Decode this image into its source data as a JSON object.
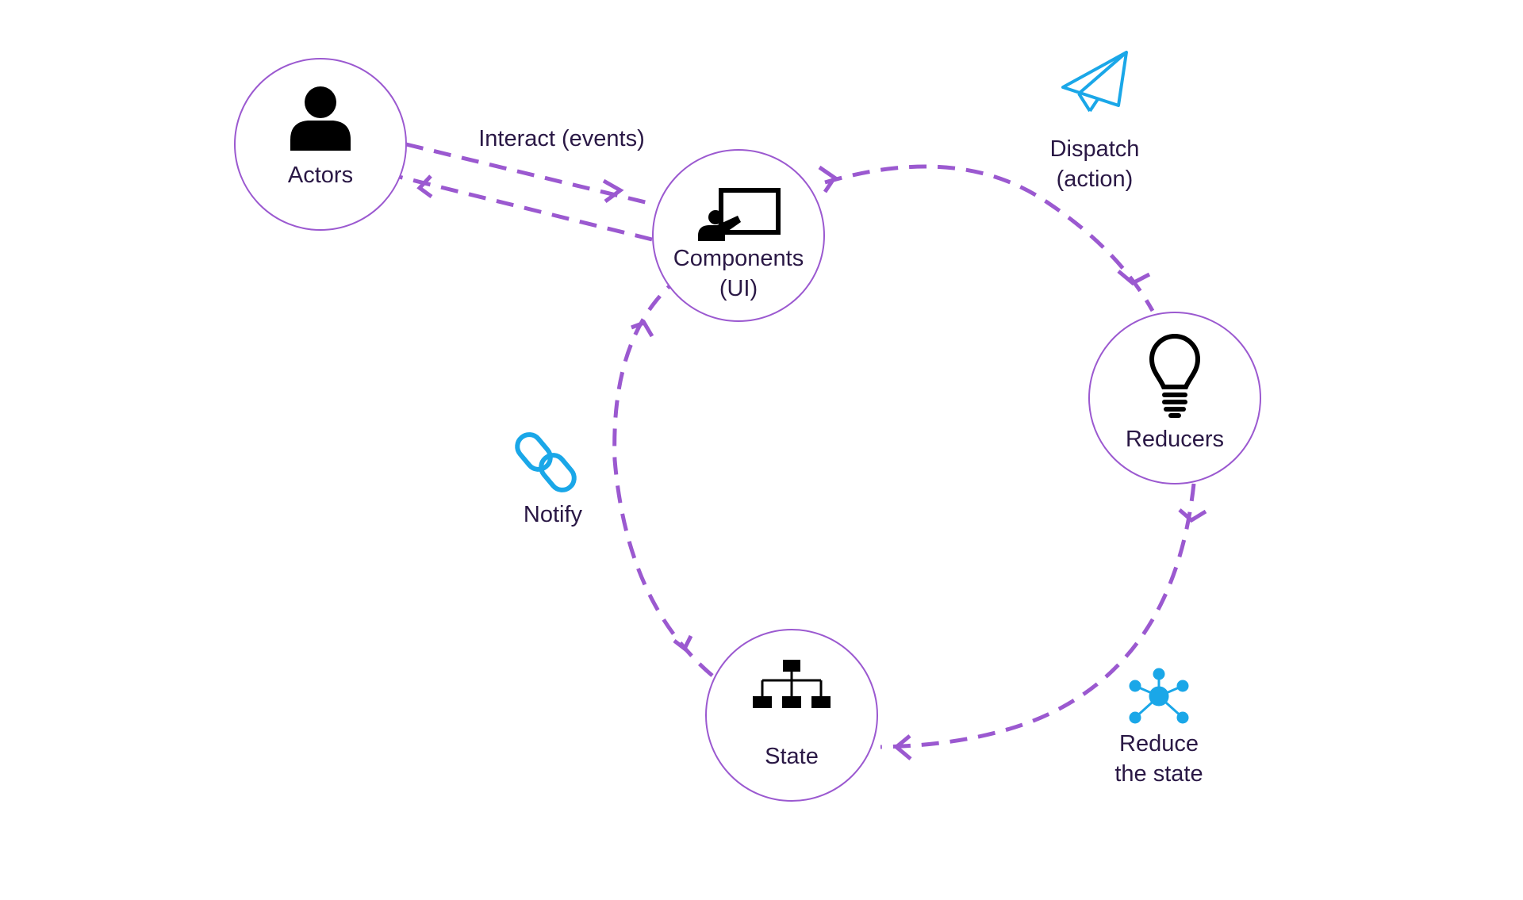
{
  "nodes": {
    "actors": {
      "label": "Actors"
    },
    "components": {
      "line1": "Components",
      "line2": "(UI)"
    },
    "reducers": {
      "label": "Reducers"
    },
    "state": {
      "label": "State"
    }
  },
  "edges": {
    "interact": {
      "label": "Interact (events)"
    },
    "dispatch": {
      "line1": "Dispatch",
      "line2": "(action)"
    },
    "reduce": {
      "line1": "Reduce",
      "line2": "the state"
    },
    "notify": {
      "label": "Notify"
    }
  },
  "icons": {
    "actors": "person-icon",
    "components": "presenter-board-icon",
    "reducers": "lightbulb-icon",
    "state": "hierarchy-icon",
    "dispatch": "paper-plane-icon",
    "reduce": "hub-network-icon",
    "notify": "chain-link-icon"
  },
  "colors": {
    "accent": "#9b59d0",
    "icon_blue": "#1aa7e8",
    "text": "#2a1845"
  }
}
